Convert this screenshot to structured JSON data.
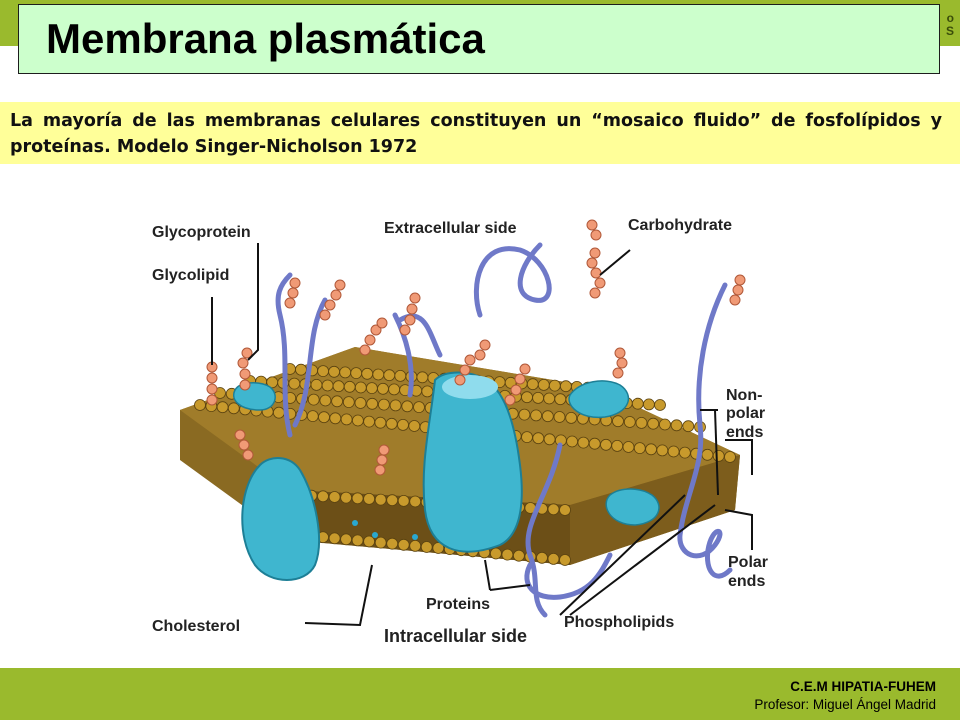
{
  "header": {
    "title": "Membrana plasmática",
    "corner_text": [
      "o",
      "S"
    ]
  },
  "subtitle": {
    "text": "La mayoría de las membranas celulares constituyen un “mosaico fluido” de fosfolípidos y proteínas. Modelo Singer-Nicholson 1972"
  },
  "diagram": {
    "labels": {
      "glycoprotein": "Glycoprotein",
      "glycolipid": "Glycolipid",
      "extracellular": "Extracellular side",
      "carbohydrate": "Carbohydrate",
      "nonpolar_1": "Non-",
      "nonpolar_2": "polar",
      "nonpolar_3": "ends",
      "polar_1": "Polar",
      "polar_2": "ends",
      "cholesterol": "Cholesterol",
      "proteins": "Proteins",
      "phospholipids": "Phospholipids",
      "intracellular": "Intracellular side"
    }
  },
  "footer": {
    "school": "C.E.M HIPATIA-FUHEM",
    "teacher": "Profesor: Miguel Ángel Madrid"
  },
  "colors": {
    "bar_green": "#9aba2d",
    "title_bg": "#ccffcc",
    "subtitle_bg": "#ffff99",
    "protein": "#3fb6cf",
    "head_gold": "#c89a2c",
    "sugar": "#f09a76"
  }
}
